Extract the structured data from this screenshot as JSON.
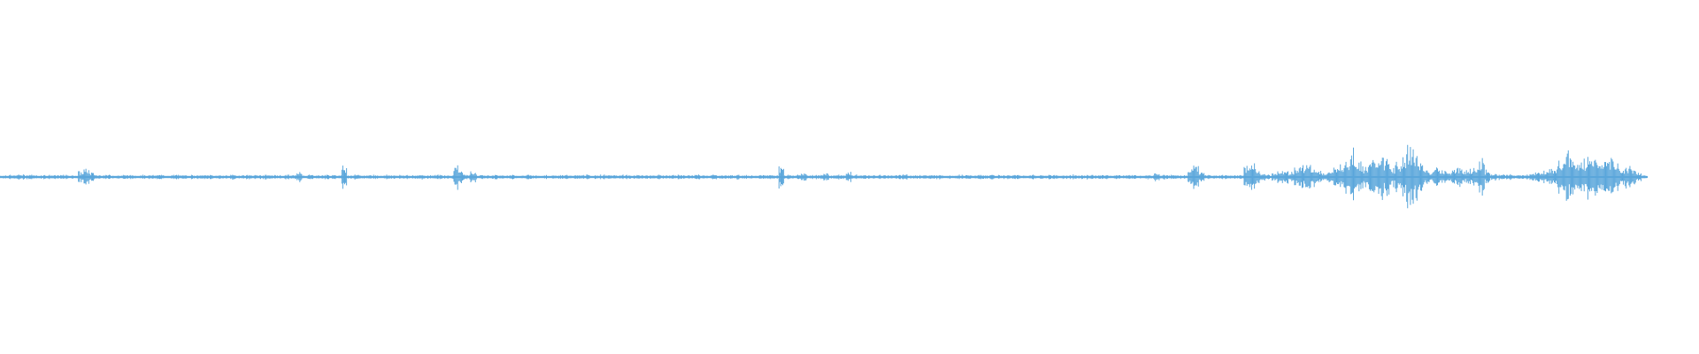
{
  "waveform": {
    "color": "#5aa6db",
    "background": "#ffffff",
    "envelope": [
      0.04,
      0.05,
      0.04,
      0.06,
      0.05,
      0.06,
      0.04,
      0.05,
      0.05,
      0.04,
      0.04,
      0.05,
      0.04,
      0.04,
      0.12,
      0.18,
      0.1,
      0.05,
      0.04,
      0.05,
      0.04,
      0.04,
      0.05,
      0.04,
      0.04,
      0.05,
      0.04,
      0.04,
      0.05,
      0.04,
      0.04,
      0.05,
      0.04,
      0.04,
      0.05,
      0.04,
      0.04,
      0.05,
      0.04,
      0.04,
      0.04,
      0.05,
      0.04,
      0.04,
      0.05,
      0.04,
      0.04,
      0.05,
      0.04,
      0.04,
      0.04,
      0.05,
      0.04,
      0.12,
      0.04,
      0.05,
      0.04,
      0.04,
      0.05,
      0.04,
      0.04,
      0.3,
      0.04,
      0.05,
      0.04,
      0.04,
      0.05,
      0.04,
      0.04,
      0.05,
      0.04,
      0.04,
      0.05,
      0.04,
      0.04,
      0.05,
      0.04,
      0.04,
      0.05,
      0.04,
      0.04,
      0.28,
      0.14,
      0.05,
      0.12,
      0.05,
      0.04,
      0.04,
      0.05,
      0.04,
      0.04,
      0.05,
      0.04,
      0.04,
      0.05,
      0.04,
      0.04,
      0.05,
      0.04,
      0.04,
      0.04,
      0.05,
      0.04,
      0.04,
      0.05,
      0.04,
      0.04,
      0.05,
      0.04,
      0.04,
      0.04,
      0.05,
      0.04,
      0.04,
      0.05,
      0.04,
      0.04,
      0.05,
      0.04,
      0.04,
      0.04,
      0.05,
      0.04,
      0.04,
      0.05,
      0.04,
      0.04,
      0.05,
      0.04,
      0.04,
      0.04,
      0.05,
      0.04,
      0.04,
      0.05,
      0.04,
      0.04,
      0.05,
      0.04,
      0.28,
      0.05,
      0.04,
      0.05,
      0.1,
      0.04,
      0.05,
      0.04,
      0.1,
      0.04,
      0.05,
      0.04,
      0.12,
      0.05,
      0.04,
      0.05,
      0.04,
      0.04,
      0.05,
      0.04,
      0.04,
      0.04,
      0.06,
      0.04,
      0.04,
      0.05,
      0.04,
      0.04,
      0.05,
      0.04,
      0.04,
      0.04,
      0.05,
      0.04,
      0.04,
      0.05,
      0.04,
      0.04,
      0.05,
      0.04,
      0.04,
      0.04,
      0.05,
      0.04,
      0.04,
      0.05,
      0.04,
      0.04,
      0.05,
      0.04,
      0.04,
      0.04,
      0.05,
      0.04,
      0.04,
      0.05,
      0.04,
      0.04,
      0.05,
      0.04,
      0.04,
      0.04,
      0.05,
      0.04,
      0.04,
      0.05,
      0.04,
      0.12,
      0.05,
      0.04,
      0.05,
      0.04,
      0.04,
      0.18,
      0.28,
      0.1,
      0.05,
      0.04,
      0.04,
      0.05,
      0.04,
      0.04,
      0.05,
      0.22,
      0.34,
      0.18,
      0.08,
      0.05,
      0.1,
      0.14,
      0.18,
      0.12,
      0.2,
      0.26,
      0.3,
      0.22,
      0.14,
      0.1,
      0.12,
      0.2,
      0.28,
      0.42,
      0.6,
      0.36,
      0.24,
      0.3,
      0.4,
      0.52,
      0.38,
      0.22,
      0.3,
      0.48,
      0.76,
      0.58,
      0.3,
      0.18,
      0.14,
      0.22,
      0.18,
      0.12,
      0.16,
      0.2,
      0.14,
      0.18,
      0.26,
      0.4,
      0.16,
      0.08,
      0.06,
      0.05,
      0.06,
      0.05,
      0.04,
      0.06,
      0.08,
      0.1,
      0.14,
      0.18,
      0.22,
      0.4,
      0.58,
      0.46,
      0.28,
      0.36,
      0.5,
      0.44,
      0.32,
      0.38,
      0.46,
      0.3,
      0.18,
      0.24,
      0.2,
      0.1,
      0.04
    ]
  }
}
